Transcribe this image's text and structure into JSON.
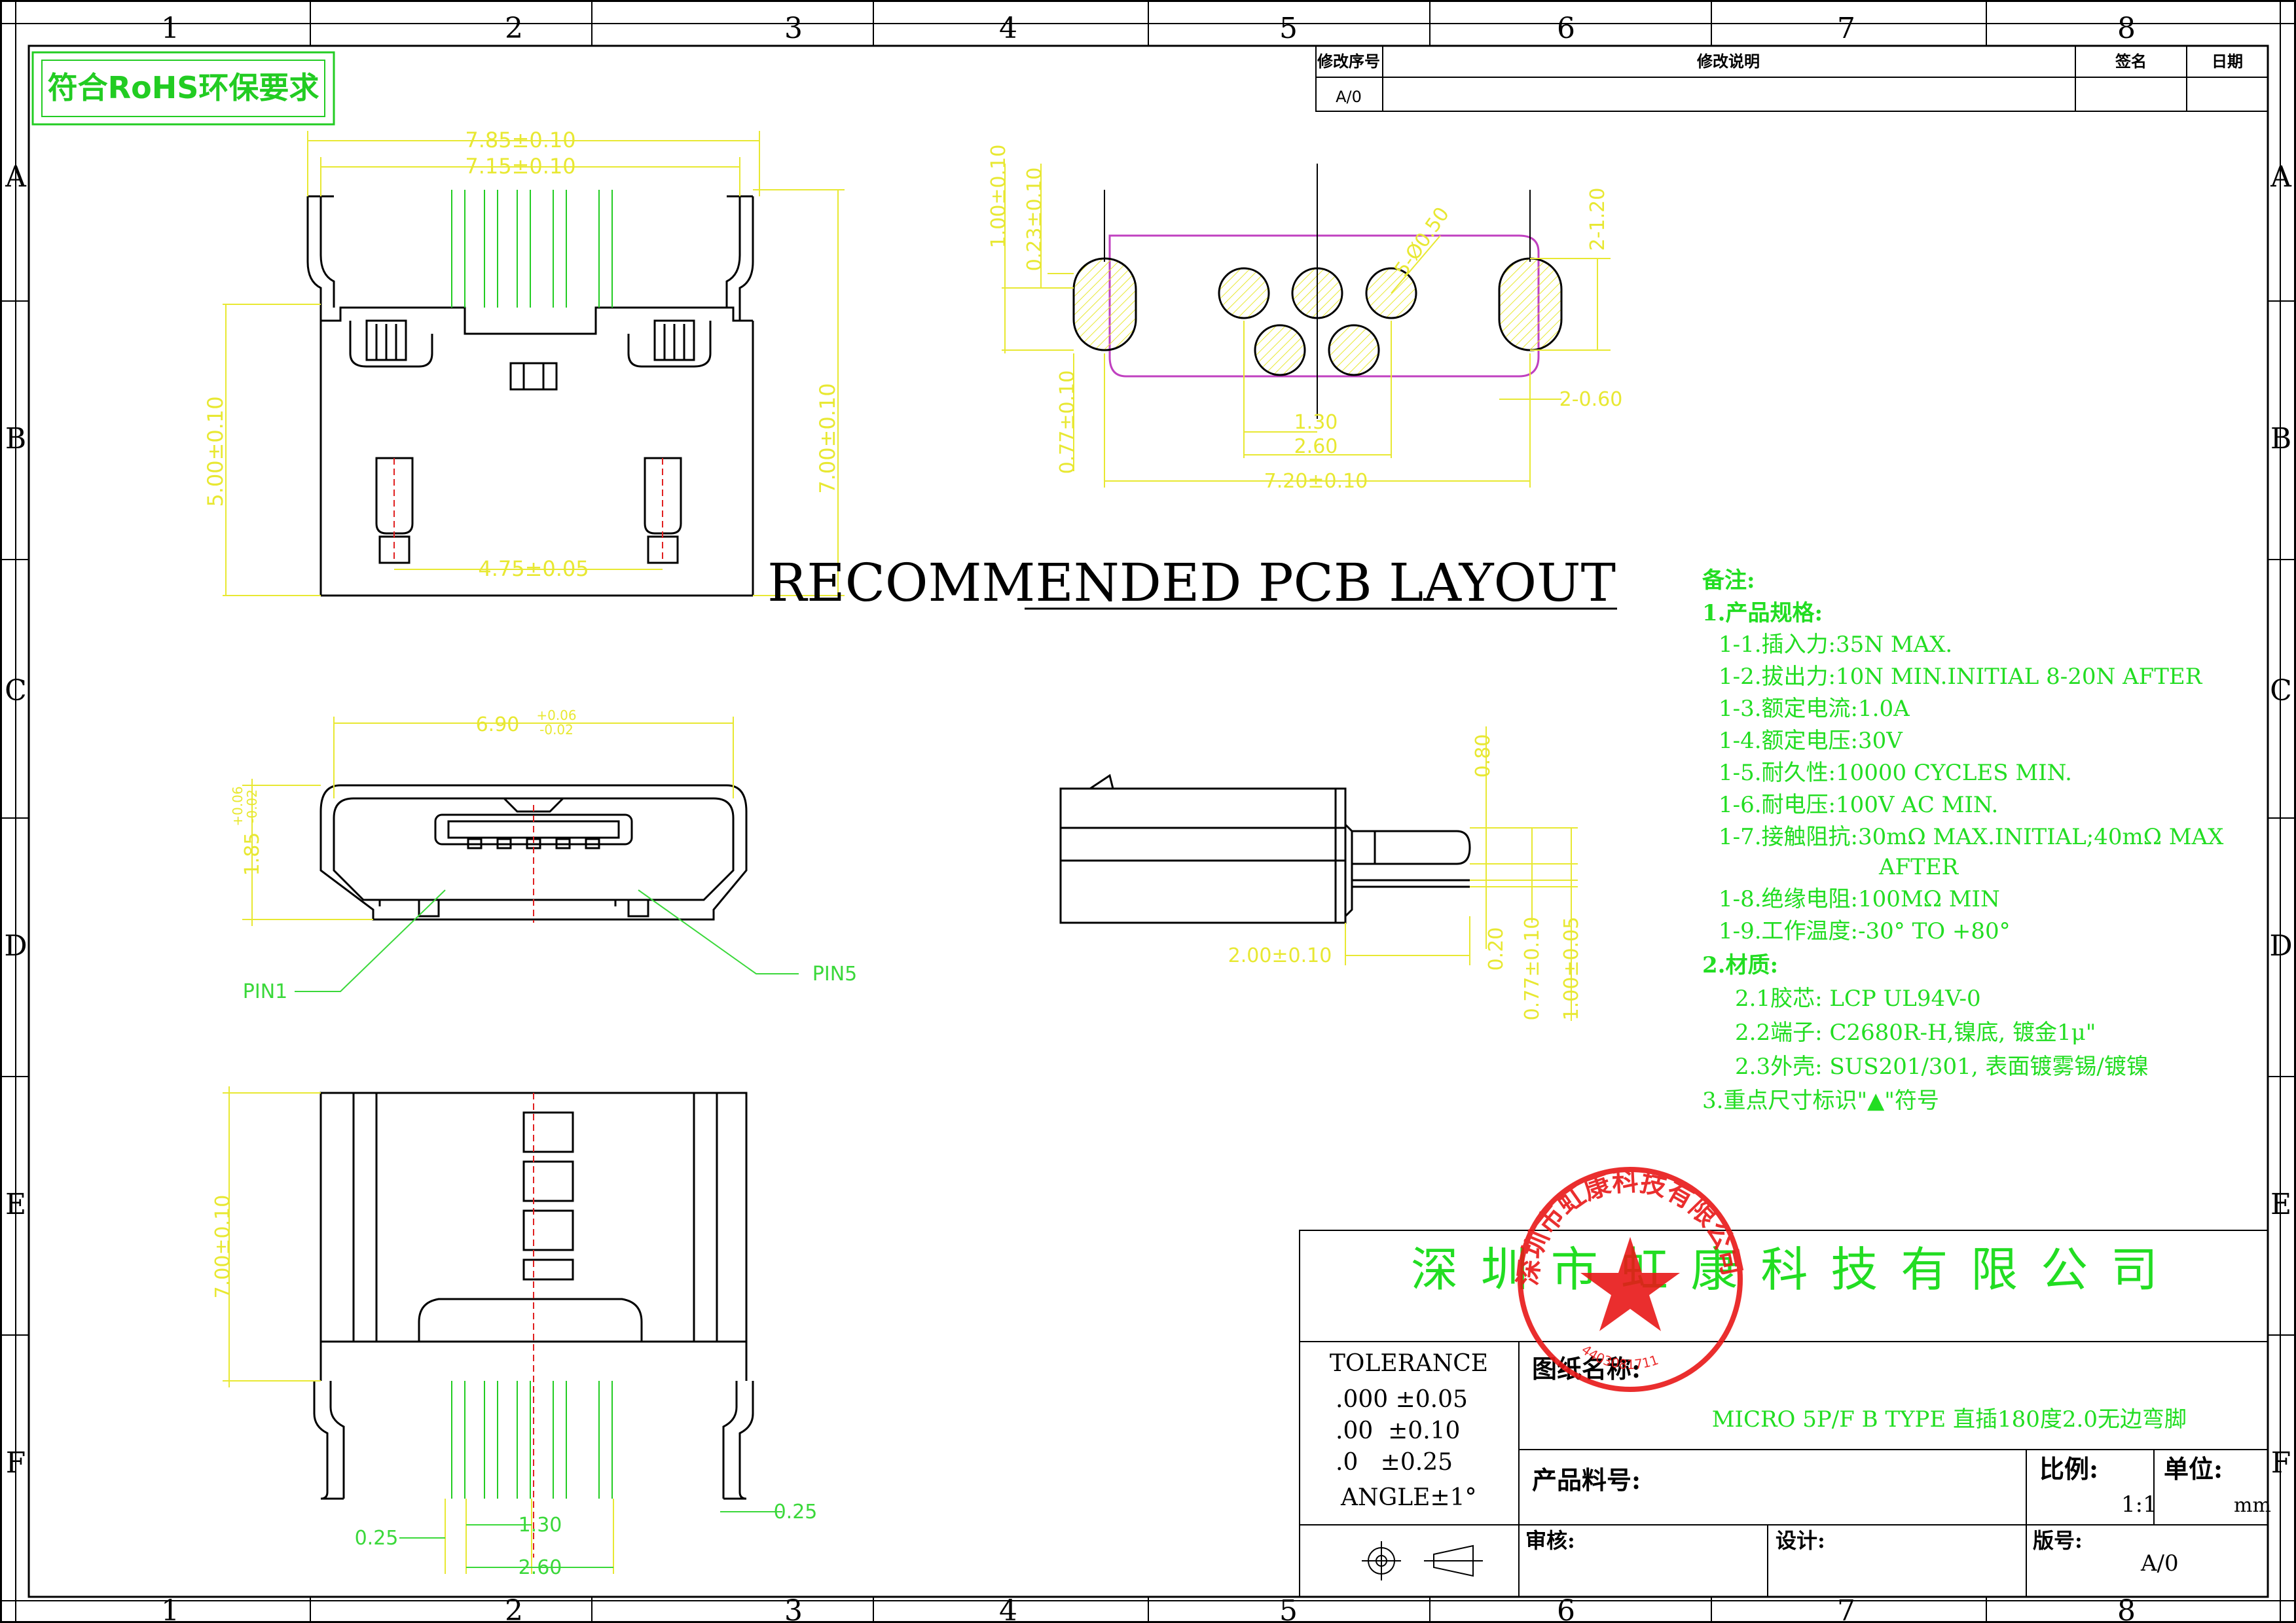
{
  "frame": {
    "columns": [
      "1",
      "2",
      "3",
      "4",
      "5",
      "6",
      "7",
      "8"
    ],
    "rows": [
      "A",
      "B",
      "C",
      "D",
      "E",
      "F"
    ]
  },
  "rohs_badge": "符合RoHS环保要求",
  "revision_table": {
    "headers": [
      "修改序号",
      "修改说明",
      "签名",
      "日期"
    ],
    "rows": [
      [
        "A/0",
        "",
        "",
        ""
      ]
    ]
  },
  "front_view": {
    "dims": [
      "7.85±0.10",
      "7.15±0.10",
      "5.00±0.10",
      "7.00±0.10",
      "4.75±0.05"
    ]
  },
  "pcb_layout": {
    "title": "RECOMMENDED PCB LAYOUT",
    "dims": [
      "1.00±0.10",
      "0.23±0.10",
      "5-Ø0.50",
      "2-1.20",
      "0.77±0.10",
      "2-0.60",
      "1.30",
      "2.60",
      "7.20±0.10"
    ]
  },
  "end_view": {
    "width_dim": "6.90",
    "width_tol_upper": "+0.06",
    "width_tol_lower": "-0.02",
    "height_dim": "1.85",
    "height_tol_upper": "+0.06",
    "height_tol_lower": "-0.02",
    "pin1": "PIN1",
    "pin5": "PIN5"
  },
  "side_view": {
    "dims": [
      "0.80",
      "2.00±0.10",
      "0.20",
      "0.77±0.10",
      "1.00±0.05"
    ]
  },
  "top_view": {
    "dims": [
      "7.00±0.10",
      "0.25",
      "1.30",
      "2.60",
      "0.25"
    ]
  },
  "notes": {
    "heading": "备注:",
    "lines": [
      "1.产品规格:",
      "1-1.插入力:35N MAX.",
      "1-2.拔出力:10N MIN.INITIAL 8-20N AFTER",
      "1-3.额定电流:1.0A",
      "1-4.额定电压:30V",
      "1-5.耐久性:10000 CYCLES MIN.",
      "1-6.耐电压:100V AC MIN.",
      "1-7.接触阻抗:30mΩ MAX.INITIAL;40mΩ MAX",
      "AFTER",
      "1-8.绝缘电阻:100MΩ MIN",
      "1-9.工作温度:-30° TO +80°",
      "2.材质:",
      "2.1胶芯: LCP UL94V-0",
      "2.2端子: C2680R-H,镍底, 镀金1μ\"",
      "2.3外壳: SUS201/301, 表面镀雾锡/镀镍",
      "3.重点尺寸标识\"▲\"符号"
    ]
  },
  "title_block": {
    "company": "深 圳 市 虹 康 科 技 有 限 公 司",
    "stamp_text": "深圳市虹康科技有限公司",
    "stamp_number": "4403081711",
    "tolerance_title": "TOLERANCE",
    "tolerance_rows": [
      ".000 ±0.05",
      ".00  ±0.10",
      ".0   ±0.25",
      "ANGLE±1°"
    ],
    "drawing_name_label": "图纸名称:",
    "drawing_name": "MICRO 5P/F B TYPE 直插180度2.0无边弯脚",
    "part_no_label": "产品料号:",
    "scale_label": "比例:",
    "scale_value": "1:1",
    "unit_label": "单位:",
    "unit_value": "mm",
    "review_label": "审核:",
    "design_label": "设计:",
    "version_label": "版号:",
    "version_value": "A/0"
  },
  "colors": {
    "line": "#000000",
    "dimension": "#e8e832",
    "note_text": "#22dd22",
    "pad_outline": "#c040c0",
    "stamp": "#e81818"
  }
}
